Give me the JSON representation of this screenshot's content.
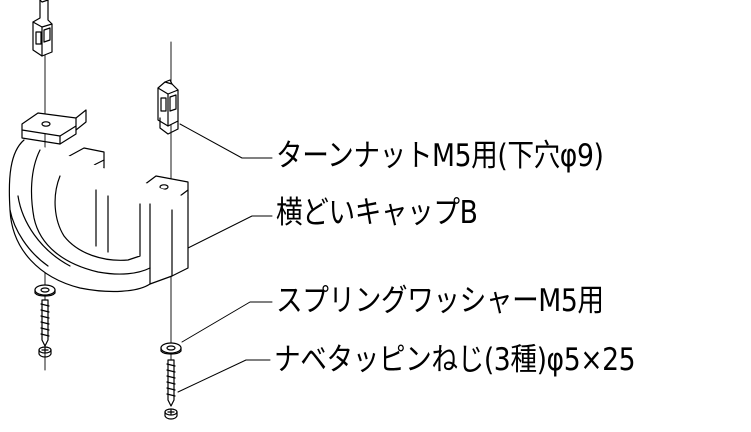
{
  "parts": {
    "turn_nut": {
      "label": "ターンナットM5用(下穴φ9)"
    },
    "gutter_cap": {
      "label": "横どいキャップB"
    },
    "spring_washer": {
      "label": "スプリングワッシャーM5用"
    },
    "pan_tapping_screw": {
      "label": "ナベタッピンねじ(3種)φ5×25"
    }
  },
  "colors": {
    "line": "#000000",
    "fill": "#ffffff"
  }
}
